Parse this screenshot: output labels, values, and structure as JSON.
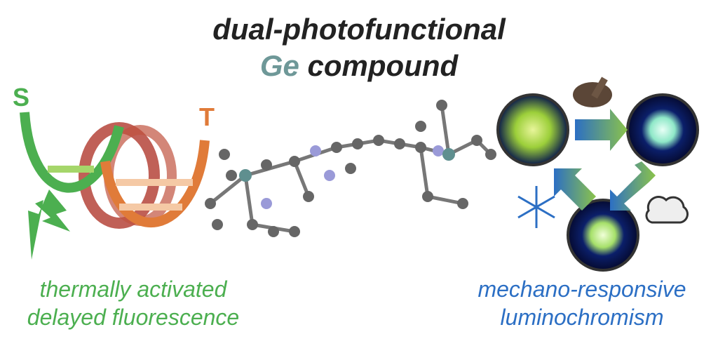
{
  "title": {
    "line1": "dual-photofunctional",
    "ge": "Ge",
    "compound": "compound"
  },
  "diagram": {
    "singlet_label": "S",
    "triplet_label": "T"
  },
  "captions": {
    "left": {
      "line1": "thermally activated",
      "line2": "delayed fluorescence"
    },
    "right": {
      "line1": "mechano-responsive",
      "line2": "luminochromism"
    }
  },
  "colors": {
    "tadf": "#4caf50",
    "triplet": "#e07b39",
    "isc": "#b5443a",
    "ge": "#6e9898",
    "mechano": "#2c6fc4"
  }
}
